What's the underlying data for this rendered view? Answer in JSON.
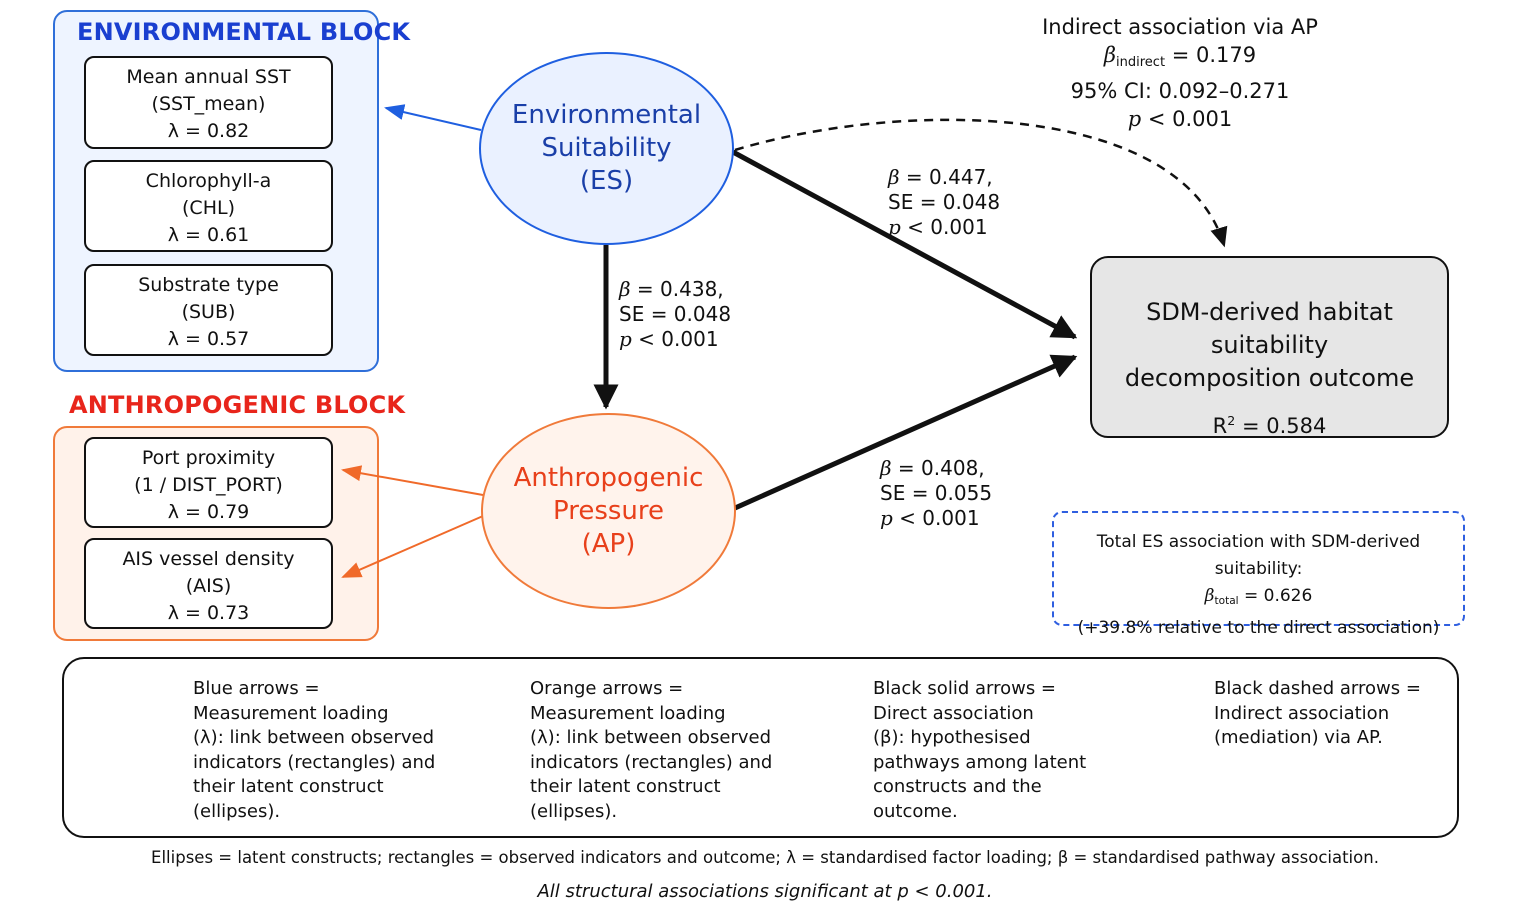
{
  "blocks": {
    "environmental": {
      "title": "ENVIRONMENTAL BLOCK",
      "indicators": [
        {
          "line1": "Mean annual SST",
          "line2": "(SST_mean)",
          "loading": "λ = 0.82"
        },
        {
          "line1": "Chlorophyll-a",
          "line2": "(CHL)",
          "loading": "λ = 0.61"
        },
        {
          "line1": "Substrate type",
          "line2": "(SUB)",
          "loading": "λ = 0.57"
        }
      ]
    },
    "anthropogenic": {
      "title": "ANTHROPOGENIC BLOCK",
      "indicators": [
        {
          "line1": "Port proximity",
          "line2": "(1 / DIST_PORT)",
          "loading": "λ = 0.79"
        },
        {
          "line1": "AIS vessel density",
          "line2": "(AIS)",
          "loading": "λ = 0.73"
        }
      ]
    }
  },
  "constructs": {
    "es": {
      "line1": "Environmental",
      "line2": "Suitability",
      "line3": "(ES)"
    },
    "ap": {
      "line1": "Anthropogenic",
      "line2": "Pressure",
      "line3": "(AP)"
    }
  },
  "outcome": {
    "title_line1": "SDM-derived habitat suitability",
    "title_line2": "decomposition outcome",
    "r2_prefix": "R",
    "r2_sup": "2",
    "r2_value": " = 0.584"
  },
  "paths": {
    "es_to_outcome": {
      "beta_symbol": "β",
      "beta": " = 0.447,",
      "se": "SE = 0.048",
      "p_symbol": "p",
      "p": " < 0.001"
    },
    "es_to_ap": {
      "beta_symbol": "β",
      "beta": " = 0.438,",
      "se": "SE = 0.048",
      "p_symbol": "p",
      "p": " < 0.001"
    },
    "ap_to_outcome": {
      "beta_symbol": "β",
      "beta": " = 0.408,",
      "se": "SE = 0.055",
      "p_symbol": "p",
      "p": " < 0.001"
    }
  },
  "indirect": {
    "title": "Indirect association via AP",
    "beta_symbol": "β",
    "beta_sub": "indirect",
    "beta_value": " = 0.179",
    "ci": "95% CI: 0.092–0.271",
    "p_symbol": "p",
    "p_value": " < 0.001"
  },
  "total": {
    "line1": "Total ES association with SDM-derived suitability:",
    "beta_symbol": "β",
    "beta_sub": "total",
    "beta_value": " = 0.626",
    "line3": "(+39.8% relative to the direct association)"
  },
  "legend": {
    "items": [
      {
        "key": "blue",
        "lines": [
          "Blue arrows =",
          "Measurement loading",
          "(λ): link between observed",
          "indicators (rectangles) and",
          "their latent construct",
          "(ellipses)."
        ]
      },
      {
        "key": "orange",
        "lines": [
          "Orange arrows =",
          "Measurement loading",
          "(λ): link between observed",
          "indicators (rectangles) and",
          "their latent construct",
          "(ellipses)."
        ]
      },
      {
        "key": "black-solid",
        "lines": [
          "Black solid arrows =",
          "Direct association",
          "(β): hypothesised",
          "pathways among latent",
          "constructs and the",
          "outcome."
        ]
      },
      {
        "key": "black-dashed",
        "lines": [
          "Black dashed arrows =",
          "Indirect association",
          "(mediation) via AP."
        ]
      }
    ]
  },
  "footer": {
    "note": "Ellipses = latent constructs; rectangles = observed indicators and outcome; λ = standardised factor loading;  β = standardised pathway association.",
    "significance": "All structural associations significant at p < 0.001."
  },
  "colors": {
    "blue": "#1f5fe0",
    "orange": "#f06a2a",
    "black": "#111111",
    "env_red_title": "#e8251b",
    "env_blue_title": "#1a3fd0"
  }
}
